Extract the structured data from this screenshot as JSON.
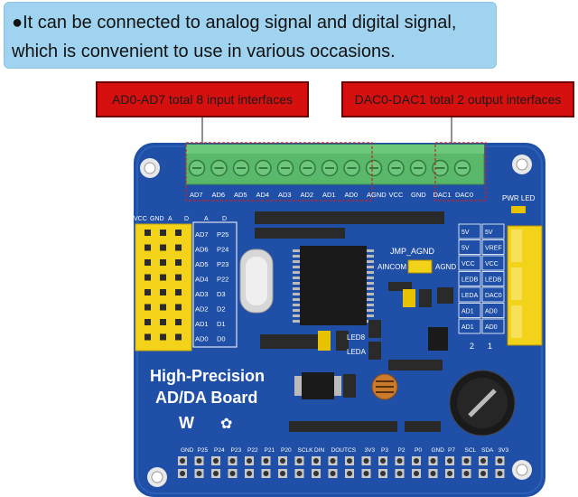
{
  "banner": {
    "line1": "●It can be connected to analog signal and digital signal,",
    "line2": "which is convenient to use in various occasions."
  },
  "callouts": {
    "left": "AD0-AD7 total 8 input interfaces",
    "right": "DAC0-DAC1 total 2 output interfaces"
  },
  "board": {
    "title_line1": "High-Precision",
    "title_line2": "AD/DA Board",
    "terminal_labels": [
      "AD7",
      "AD6",
      "AD5",
      "AD4",
      "AD3",
      "AD2",
      "AD1",
      "AD0",
      "AGND",
      "VCC",
      "GND",
      "DAC1",
      "DAC0"
    ],
    "header_top_labels": [
      "VCC",
      "GND",
      "A",
      "D",
      "A",
      "D"
    ],
    "left_pin_rows": [
      {
        "a": "AD7",
        "d": "P25"
      },
      {
        "a": "AD6",
        "d": "P24"
      },
      {
        "a": "AD5",
        "d": "P23"
      },
      {
        "a": "AD4",
        "d": "P22"
      },
      {
        "a": "AD3",
        "d": "D3"
      },
      {
        "a": "AD2",
        "d": "D2"
      },
      {
        "a": "AD1",
        "d": "D1"
      },
      {
        "a": "AD0",
        "d": "D0"
      }
    ],
    "jumper_label": "JMP_AGND",
    "jumper_left": "AINCOM",
    "jumper_right": "AGND",
    "led_labels": [
      "LED8",
      "LEDA"
    ],
    "pwr_led": "PWR LED",
    "right_grid": [
      [
        "5V",
        "5V"
      ],
      [
        "5V",
        "VREF"
      ],
      [
        "VCC",
        "VCC"
      ],
      [
        "LEDB",
        "LEDB"
      ],
      [
        "LEDA",
        "DAC0"
      ],
      [
        "AD1",
        "AD0"
      ],
      [
        "AD1",
        "AD0"
      ]
    ],
    "right_bottom": [
      "2",
      "1"
    ],
    "bottom_labels": [
      "GND",
      "P25",
      "P24",
      "P23",
      "P22",
      "P21",
      "P20",
      "SCLK",
      "DIN",
      "DOUT",
      "CS",
      "3V3",
      "P3",
      "P2",
      "P0",
      "GND",
      "P7",
      "SCL",
      "SDA",
      "3V3"
    ],
    "colors": {
      "pcb": "#1f4fa6",
      "terminal": "#59b86a",
      "header": "#f3d21a",
      "callout": "#d60f0f",
      "banner": "#9fd3ef"
    }
  }
}
